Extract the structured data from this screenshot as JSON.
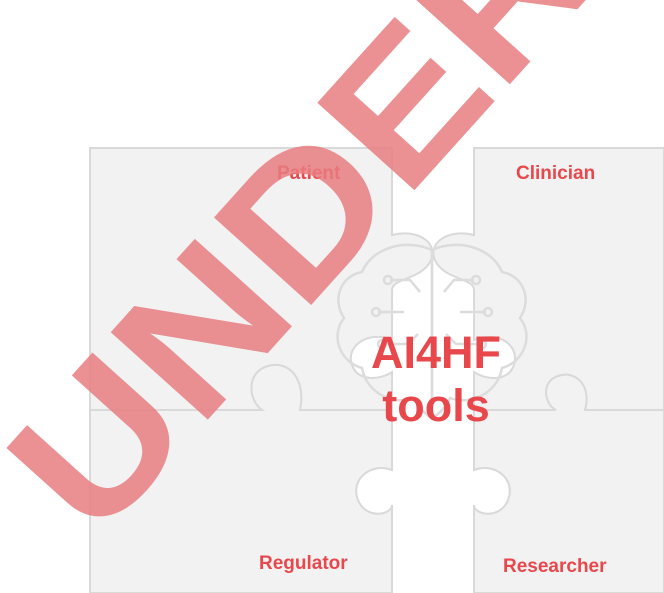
{
  "roles": {
    "patient": "Patient",
    "clinician": "Clinician",
    "regulator": "Regulator",
    "researcher": "Researcher"
  },
  "center": {
    "line1": "AI4HF",
    "line2": "tools"
  },
  "watermark": {
    "text": "UNDER",
    "color": "#e77d80"
  },
  "colors": {
    "label": "#e8474c",
    "puzzle_fill": "#f1f1f1",
    "puzzle_stroke": "#d9d9d9"
  },
  "icons": [
    "brain-circuit-icon"
  ]
}
